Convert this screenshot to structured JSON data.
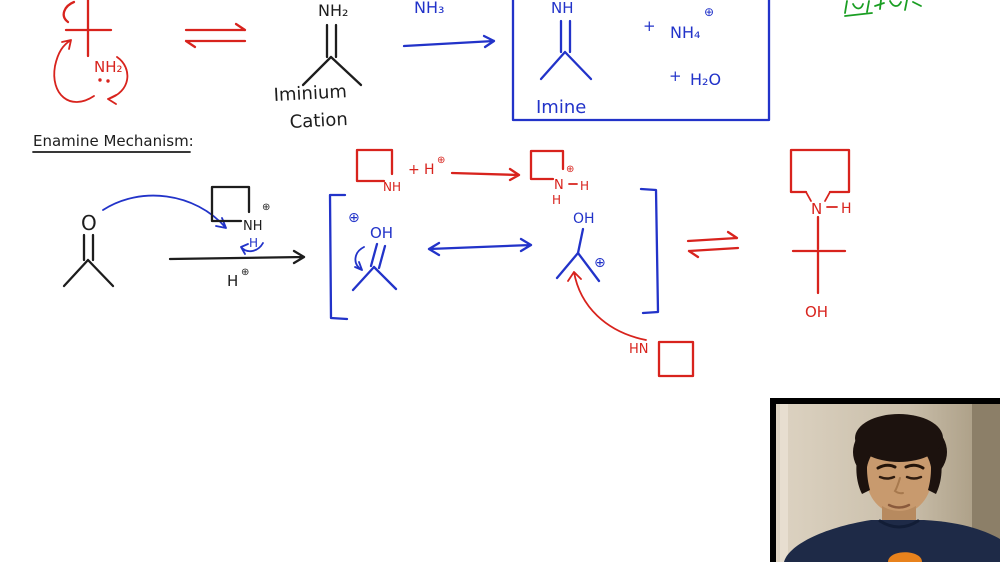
{
  "colors": {
    "red_ink": "#d8231d",
    "blue_ink": "#2233c9",
    "black_ink": "#1d1d1d",
    "green_ink": "#1a9e23",
    "board_bg": "#ffffff",
    "shirt_navy": "#1e2a47",
    "logo_orange": "#e8821c"
  },
  "top": {
    "red_nh2": "NH₂",
    "iminium_nh2": "NH₂",
    "iminium_label1": "Iminium",
    "iminium_label2": "Cation",
    "nh3": "NH₃"
  },
  "imine_box": {
    "nh": "NH",
    "plus1": "+",
    "nh4": "NH₄",
    "nh4_charge": "⊕",
    "plus2": "+",
    "h2o": "H₂O",
    "label": "Imine"
  },
  "title": "Enamine Mechanism:",
  "protonation": {
    "nh": "NH",
    "plus": "+",
    "h": "H",
    "h_charge": "⊕",
    "n": "N",
    "n_charge": "⊕",
    "h_right": "H",
    "h_below": "H"
  },
  "attack_step": {
    "o": "O",
    "n_charge": "⊕",
    "nh": "NH",
    "h_transfer": "H",
    "catalyst_h": "H",
    "catalyst_charge": "⊕"
  },
  "resonance": {
    "left_charge": "⊕",
    "left_oh": "OH",
    "right_oh": "OH",
    "right_charge": "⊕"
  },
  "amine_attack": {
    "hn": "HN"
  },
  "product": {
    "n": "N",
    "h": "H",
    "oh": "OH"
  }
}
